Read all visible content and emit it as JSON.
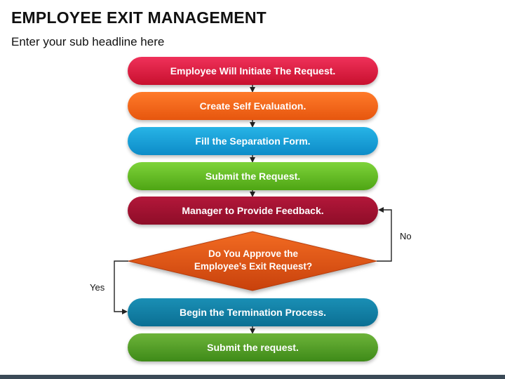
{
  "header": {
    "title": "EMPLOYEE EXIT MANAGEMENT",
    "subtitle": "Enter your sub headline here"
  },
  "flow": {
    "steps": [
      "Employee Will Initiate The Request.",
      "Create Self Evaluation.",
      "Fill the Separation Form.",
      "Submit the Request.",
      "Manager to Provide Feedback.",
      "Begin the Termination Process.",
      "Submit the request."
    ],
    "decision": {
      "line1": "Do You Approve the",
      "line2": "Employee’s Exit Request?"
    },
    "no_label": "No",
    "yes_label": "Yes"
  },
  "colors": {
    "step1": "#dc1f44",
    "step2": "#f26a1b",
    "step3": "#1aa3d9",
    "step4": "#64bc22",
    "step5": "#a01331",
    "decision": "#e8561b",
    "step6": "#13809f",
    "step7": "#529f25"
  }
}
